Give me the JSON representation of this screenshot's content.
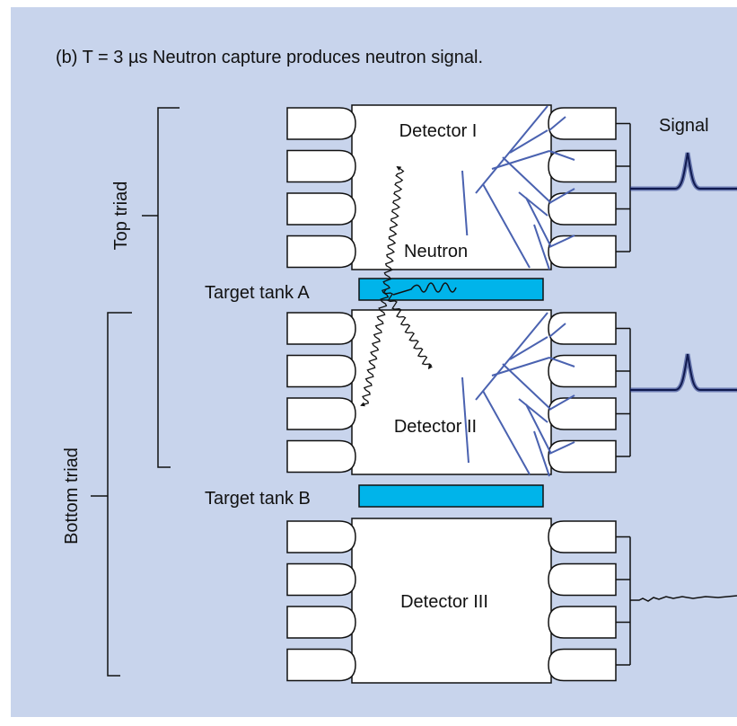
{
  "caption": "(b)  T = 3 µs   Neutron capture produces neutron signal.",
  "labels": {
    "top_triad": "Top triad",
    "bottom_triad": "Bottom triad",
    "detector_1": "Detector I",
    "detector_2": "Detector II",
    "detector_3": "Detector III",
    "target_tank_a": "Target tank A",
    "target_tank_b": "Target tank B",
    "neutron": "Neutron",
    "signal": "Signal"
  },
  "colors": {
    "background": "#c8d4ec",
    "tank_fill": "#00b4ea",
    "track": "#4a62b0",
    "signal_trace": "#1e2e80"
  }
}
